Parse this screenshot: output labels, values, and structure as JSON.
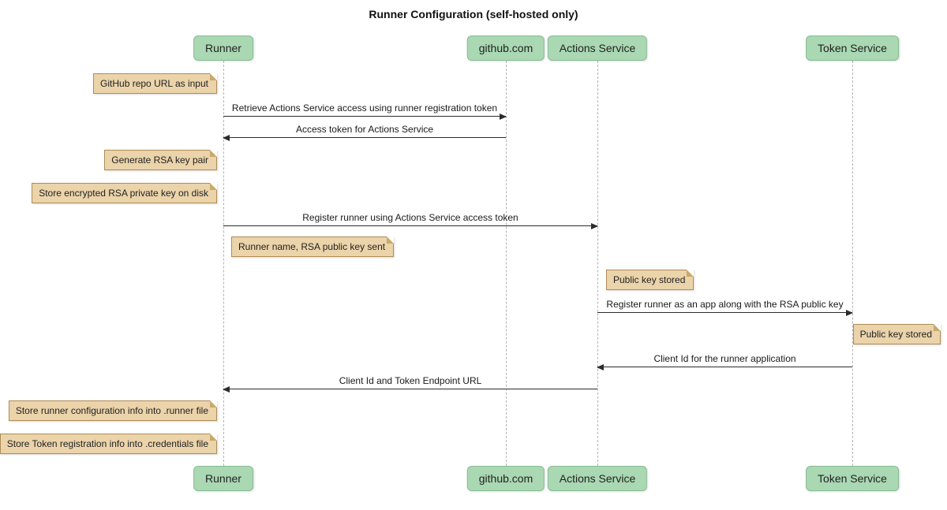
{
  "title": "Runner Configuration (self-hosted only)",
  "actors": [
    {
      "label": "Runner"
    },
    {
      "label": "github.com"
    },
    {
      "label": "Actions Service"
    },
    {
      "label": "Token Service"
    }
  ],
  "notes": [
    {
      "text": "GitHub repo URL as input"
    },
    {
      "text": "Generate RSA key pair"
    },
    {
      "text": "Store encrypted RSA private key on disk"
    },
    {
      "text": "Runner name, RSA public key sent"
    },
    {
      "text": "Public key stored"
    },
    {
      "text": "Public key stored"
    },
    {
      "text": "Store runner configuration info into .runner file"
    },
    {
      "text": "Store Token registration info into .credentials file"
    }
  ],
  "messages": [
    {
      "label": "Retrieve Actions Service access using runner registration token",
      "from": "Runner",
      "to": "github.com"
    },
    {
      "label": "Access token for Actions Service",
      "from": "github.com",
      "to": "Runner"
    },
    {
      "label": "Register runner using Actions Service access token",
      "from": "Runner",
      "to": "Actions Service"
    },
    {
      "label": "Register runner as an app along with the RSA public key",
      "from": "Actions Service",
      "to": "Token Service"
    },
    {
      "label": "Client Id for the runner application",
      "from": "Token Service",
      "to": "Actions Service"
    },
    {
      "label": "Client Id and Token Endpoint URL",
      "from": "Actions Service",
      "to": "Runner"
    }
  ],
  "colors": {
    "actor_fill": "#a9d8b2",
    "actor_border": "#88bd94",
    "note_fill": "#ebd3aa",
    "note_border": "#b08d57",
    "arrow": "#2b2b2b",
    "lifeline": "#b4b4b4"
  }
}
